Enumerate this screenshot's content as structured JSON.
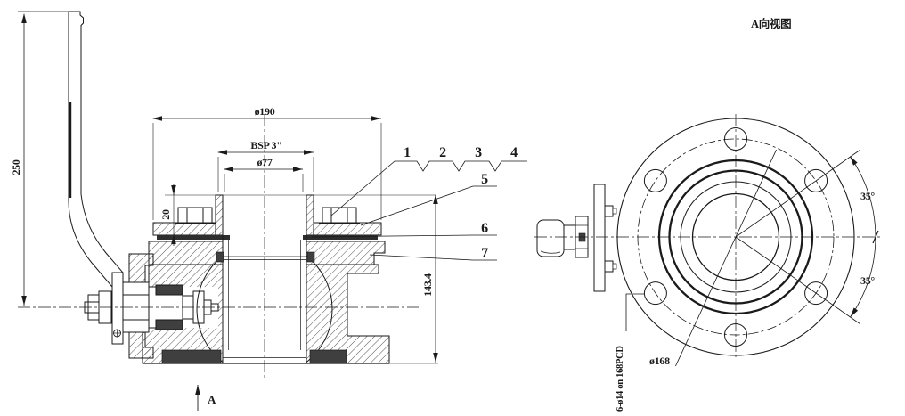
{
  "drawing": {
    "view_a_title": "A向视图",
    "main_view": {
      "dim_handle_height": "250",
      "dim_flange_od": "ø190",
      "dim_thread": "BSP 3\"",
      "dim_bore": "ø77",
      "dim_plate_height": "20",
      "dim_body_height": "143.4",
      "section_label": "A",
      "callouts": [
        "1",
        "2",
        "3",
        "4",
        "5",
        "6",
        "7"
      ]
    },
    "side_view": {
      "angle_upper": "35°",
      "angle_lower": "35°",
      "dim_bolt_circle": "ø168",
      "holes_note": "6-ø14 on 168PCD"
    },
    "colors": {
      "line": "#1a1a1a",
      "background": "#ffffff",
      "section_fill": "#3f3f3f"
    }
  }
}
